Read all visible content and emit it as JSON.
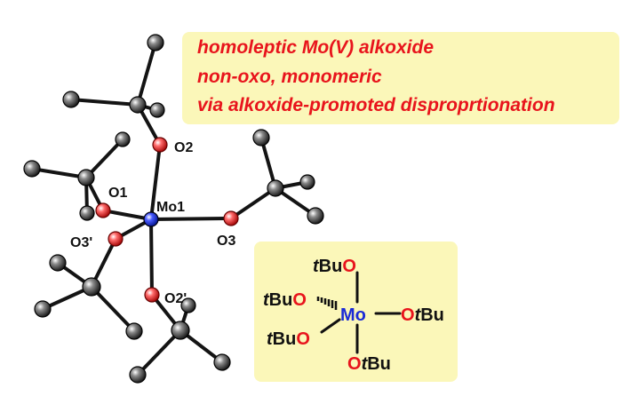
{
  "callout": {
    "lines": [
      "homoleptic Mo(V) alkoxide",
      "non-oxo, monomeric",
      "via alkoxide-promoted disproprtionation"
    ]
  },
  "structure_labels": {
    "metal": "Mo1",
    "o1": "O1",
    "o2": "O2",
    "o3": "O3",
    "o3p": "O3'",
    "o2p": "O2'"
  },
  "formula": {
    "t": "t",
    "bu": "Bu",
    "o": "O",
    "mo": "Mo"
  },
  "colors": {
    "red": "#e8141c",
    "blue": "#1a2bd6",
    "highlight": "#fbf7b9"
  }
}
